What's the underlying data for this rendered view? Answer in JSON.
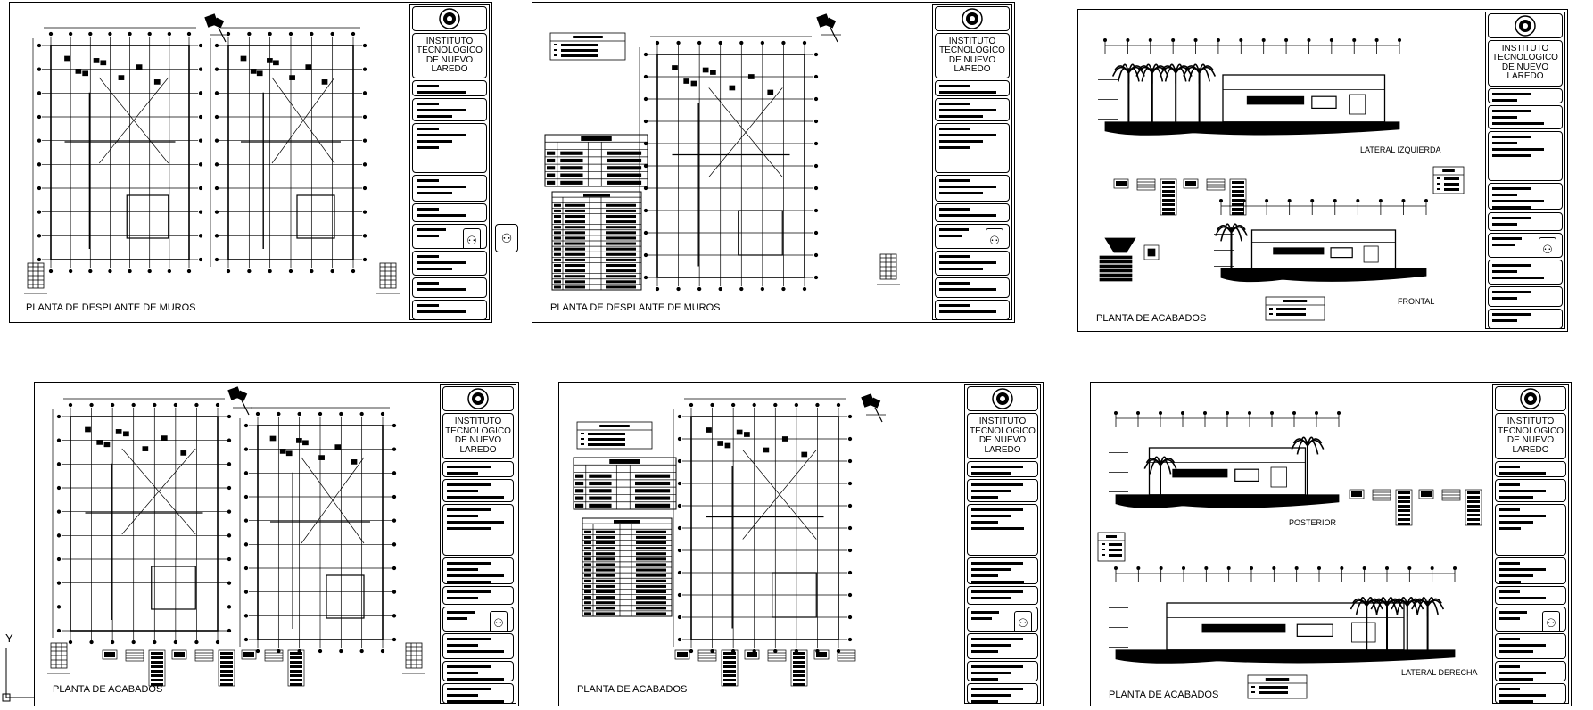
{
  "sheets": [
    {
      "institution": "INSTITUTO TECNOLOGICO DE NUEVO LAREDO",
      "label": "PLANTA DE DESPLANTE DE MUROS"
    },
    {
      "institution": "INSTITUTO TECNOLOGICO DE NUEVO LAREDO",
      "label": "PLANTA DE DESPLANTE DE MUROS"
    },
    {
      "institution": "INSTITUTO TECNOLOGICO DE NUEVO LAREDO",
      "label": "PLANTA DE ACABADOS",
      "elevations": [
        "LATERAL IZQUIERDA",
        "FRONTAL"
      ]
    },
    {
      "institution": "INSTITUTO TECNOLOGICO DE NUEVO LAREDO",
      "label": "PLANTA DE ACABADOS"
    },
    {
      "institution": "INSTITUTO TECNOLOGICO DE NUEVO LAREDO",
      "label": "PLANTA DE ACABADOS"
    },
    {
      "institution": "INSTITUTO TECNOLOGICO DE NUEVO LAREDO",
      "label": "PLANTA DE ACABADOS",
      "elevations": [
        "POSTERIOR",
        "LATERAL DERECHA"
      ]
    }
  ],
  "ucs": {
    "axis_label": "Y"
  },
  "icons": [
    "north-arrow-icon",
    "seal-icon",
    "people-icon",
    "palm-tree-icon",
    "ucs-icon"
  ]
}
